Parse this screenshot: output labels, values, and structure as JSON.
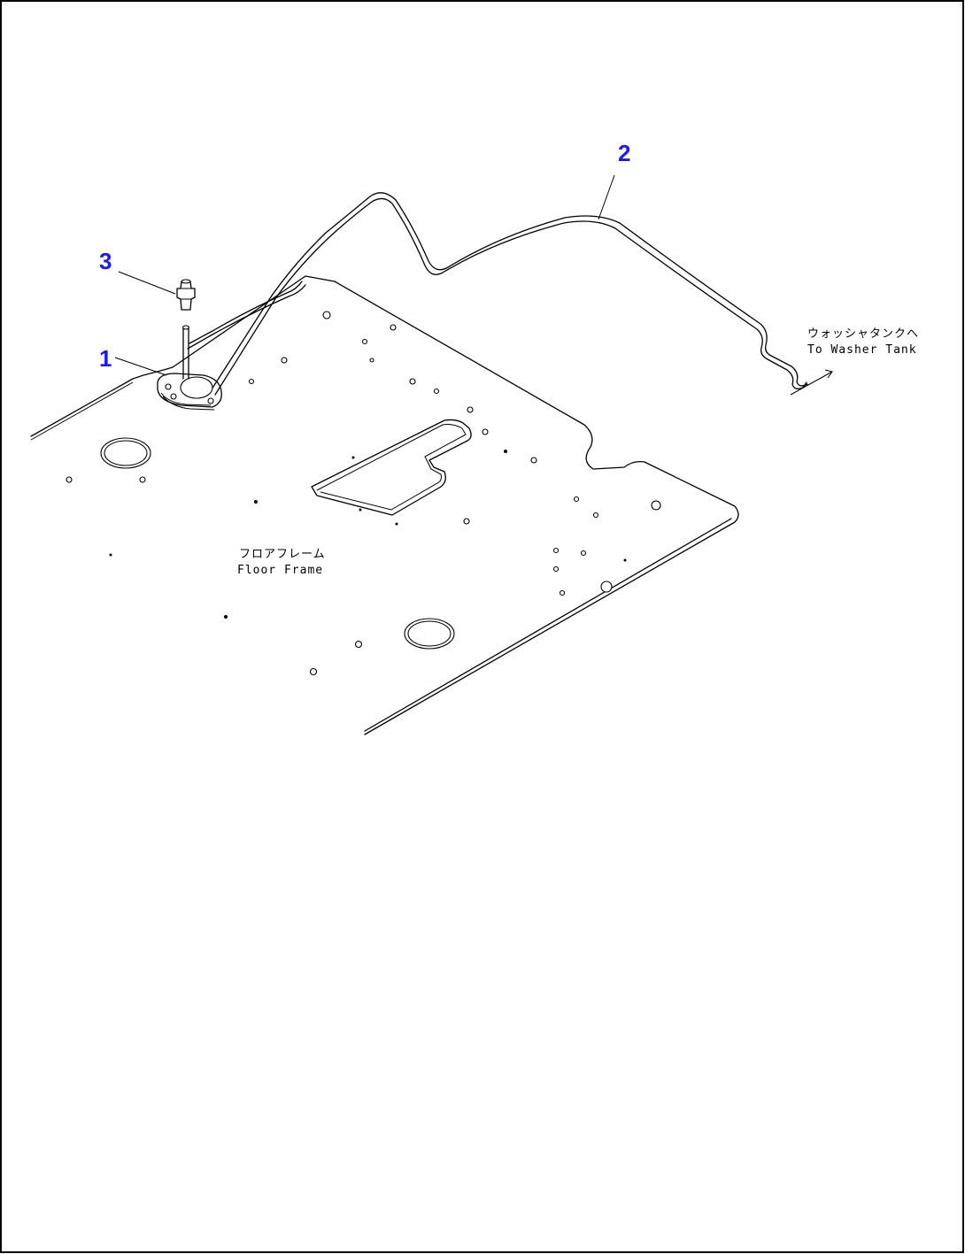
{
  "callouts": [
    {
      "id": "1",
      "label": "1"
    },
    {
      "id": "2",
      "label": "2"
    },
    {
      "id": "3",
      "label": "3"
    }
  ],
  "notes": {
    "washer_tank_jp": "ウォッシャタンクへ",
    "washer_tank_en": "To Washer Tank",
    "floor_frame_jp": "フロアフレーム",
    "floor_frame_en": "Floor Frame"
  },
  "colors": {
    "callout": "#1a1aff",
    "line": "#000000",
    "background": "#ffffff",
    "border": "#000000"
  }
}
